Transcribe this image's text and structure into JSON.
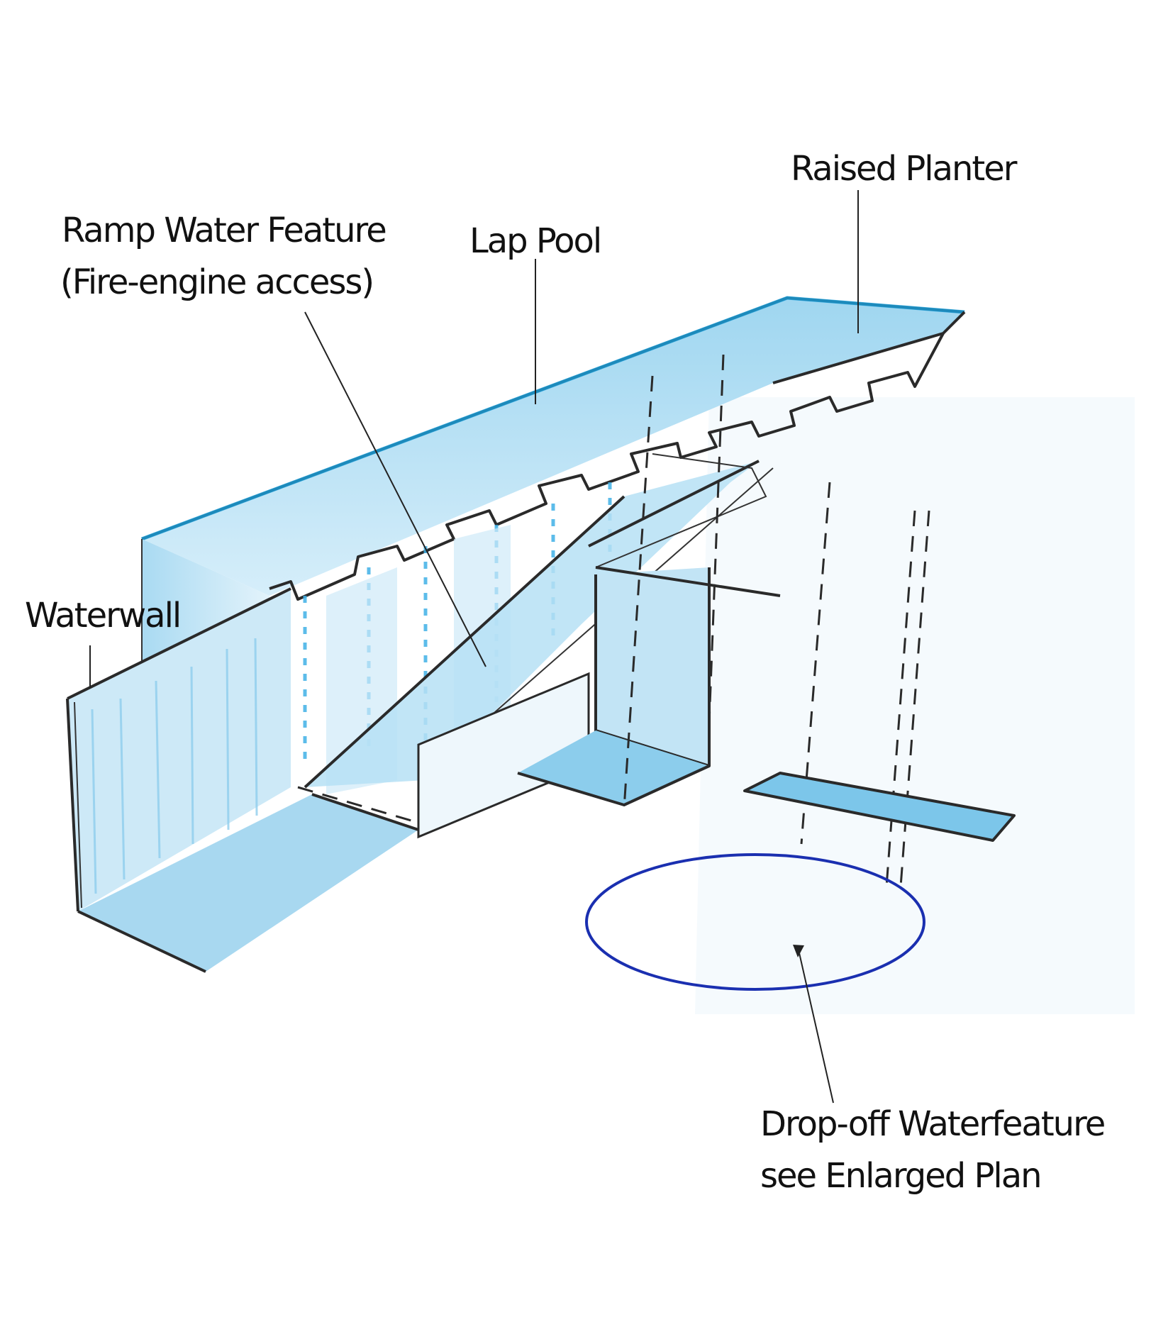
{
  "labels": {
    "raised_planter": "Raised Planter",
    "ramp_water_feature_line1": "Ramp Water Feature",
    "ramp_water_feature_line2": "(Fire-engine access)",
    "lap_pool": "Lap Pool",
    "waterwall": "Waterwall",
    "dropoff_line1": "Drop-off Waterfeature",
    "dropoff_line2": "see Enlarged Plan"
  },
  "colors": {
    "water_light": "#bfe3f4",
    "water_mid": "#7cc6ea",
    "water_bright": "#1aa3e0",
    "ink": "#222222",
    "ellipse": "#1a2fb0"
  }
}
